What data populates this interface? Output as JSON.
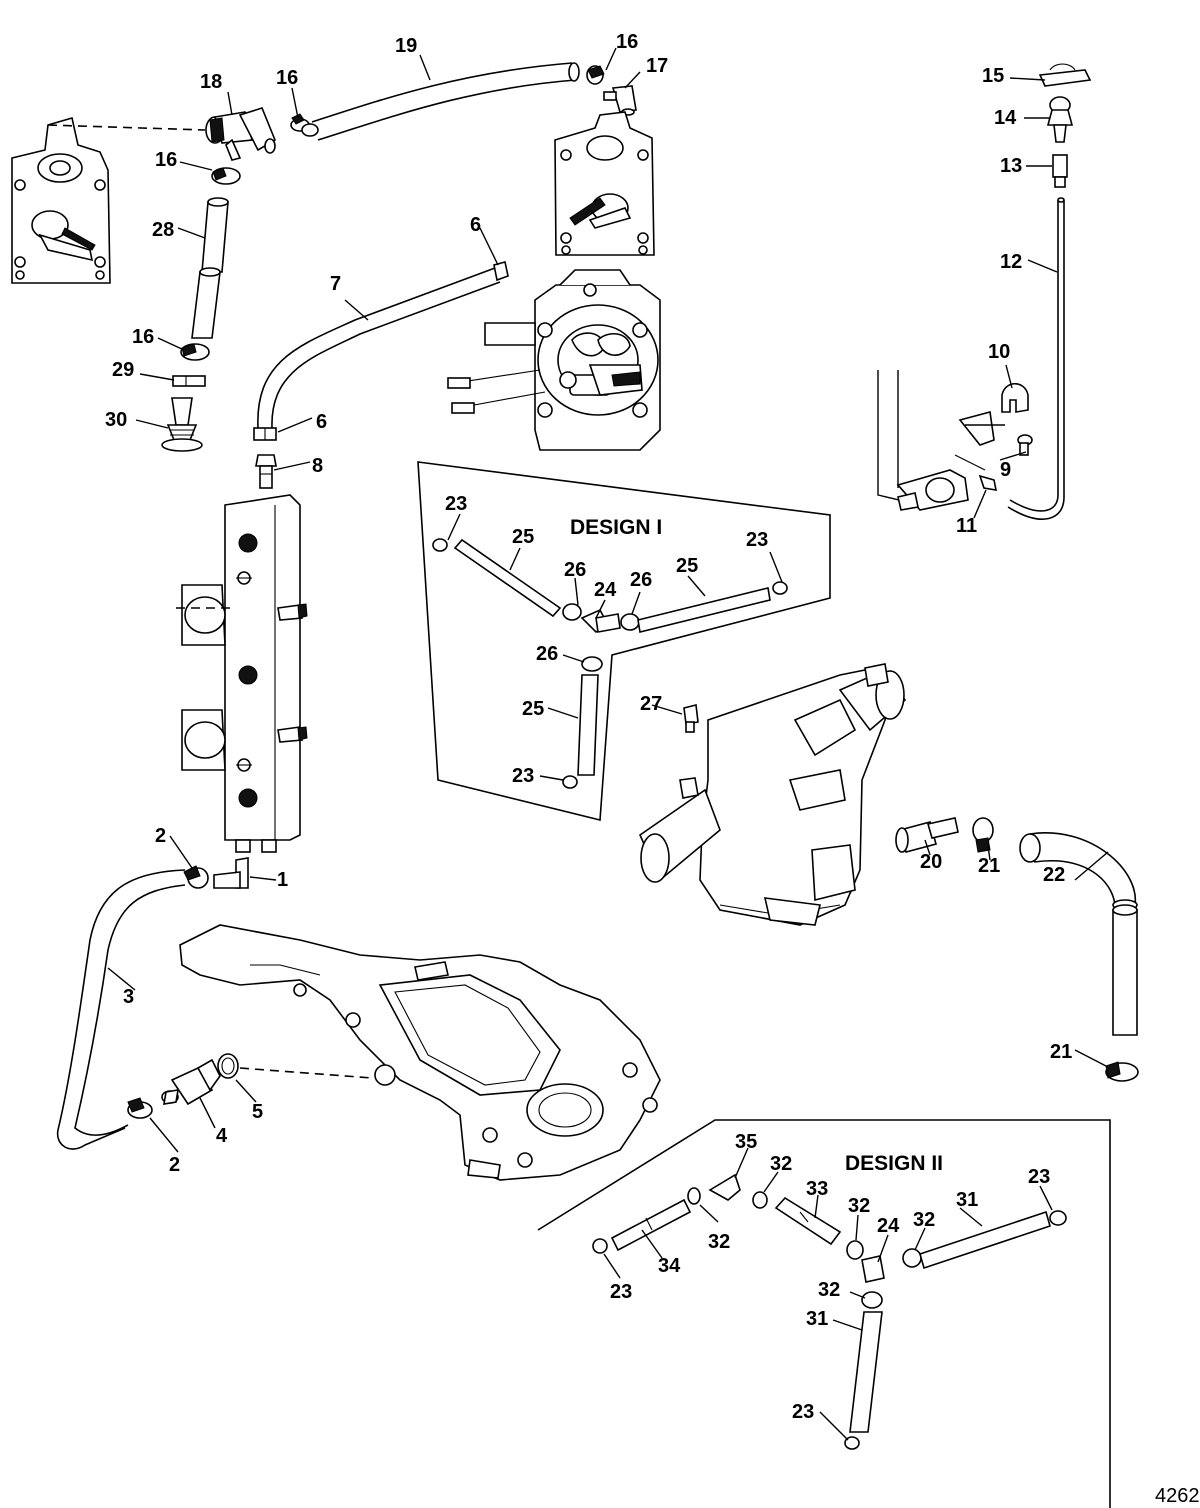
{
  "figure_id": "4262",
  "design_labels": {
    "design_1": "DESIGN I",
    "design_2": "DESIGN II"
  },
  "callouts": [
    {
      "id": "c19",
      "text": "19"
    },
    {
      "id": "c16a",
      "text": "16"
    },
    {
      "id": "c17",
      "text": "17"
    },
    {
      "id": "c18",
      "text": "18"
    },
    {
      "id": "c16b",
      "text": "16"
    },
    {
      "id": "c16c",
      "text": "16"
    },
    {
      "id": "c28",
      "text": "28"
    },
    {
      "id": "c16d",
      "text": "16"
    },
    {
      "id": "c29",
      "text": "29"
    },
    {
      "id": "c30",
      "text": "30"
    },
    {
      "id": "c6a",
      "text": "6"
    },
    {
      "id": "c7",
      "text": "7"
    },
    {
      "id": "c6b",
      "text": "6"
    },
    {
      "id": "c8",
      "text": "8"
    },
    {
      "id": "c15",
      "text": "15"
    },
    {
      "id": "c14",
      "text": "14"
    },
    {
      "id": "c13",
      "text": "13"
    },
    {
      "id": "c12",
      "text": "12"
    },
    {
      "id": "c10",
      "text": "10"
    },
    {
      "id": "c9",
      "text": "9"
    },
    {
      "id": "c11",
      "text": "11"
    },
    {
      "id": "c23a",
      "text": "23"
    },
    {
      "id": "c25a",
      "text": "25"
    },
    {
      "id": "c26a",
      "text": "26"
    },
    {
      "id": "c24a",
      "text": "24"
    },
    {
      "id": "c26b",
      "text": "26"
    },
    {
      "id": "c25b",
      "text": "25"
    },
    {
      "id": "c23b",
      "text": "23"
    },
    {
      "id": "c26c",
      "text": "26"
    },
    {
      "id": "c25c",
      "text": "25"
    },
    {
      "id": "c23c",
      "text": "23"
    },
    {
      "id": "c27",
      "text": "27"
    },
    {
      "id": "c20",
      "text": "20"
    },
    {
      "id": "c21a",
      "text": "21"
    },
    {
      "id": "c22",
      "text": "22"
    },
    {
      "id": "c21b",
      "text": "21"
    },
    {
      "id": "c2a",
      "text": "2"
    },
    {
      "id": "c1",
      "text": "1"
    },
    {
      "id": "c3",
      "text": "3"
    },
    {
      "id": "c4",
      "text": "4"
    },
    {
      "id": "c5",
      "text": "5"
    },
    {
      "id": "c2b",
      "text": "2"
    },
    {
      "id": "c35",
      "text": "35"
    },
    {
      "id": "c32a",
      "text": "32"
    },
    {
      "id": "c33",
      "text": "33"
    },
    {
      "id": "c32b",
      "text": "32"
    },
    {
      "id": "c34",
      "text": "34"
    },
    {
      "id": "c23d",
      "text": "23"
    },
    {
      "id": "c32c",
      "text": "32"
    },
    {
      "id": "c24b",
      "text": "24"
    },
    {
      "id": "c32d",
      "text": "32"
    },
    {
      "id": "c31a",
      "text": "31"
    },
    {
      "id": "c23e",
      "text": "23"
    },
    {
      "id": "c32e",
      "text": "32"
    },
    {
      "id": "c31b",
      "text": "31"
    },
    {
      "id": "c23f",
      "text": "23"
    }
  ]
}
